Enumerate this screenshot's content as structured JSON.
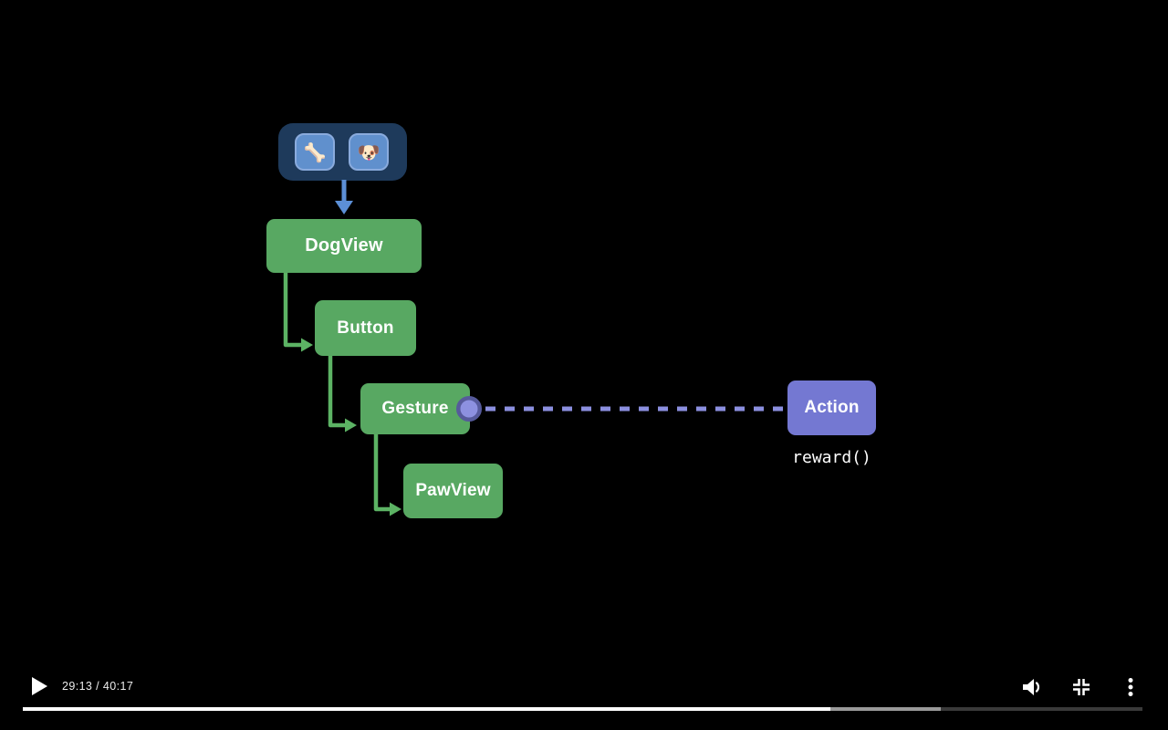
{
  "diagram": {
    "palette_toolbar": {
      "items": [
        {
          "name": "bone",
          "glyph": "🦴"
        },
        {
          "name": "dog",
          "glyph": "🐶"
        }
      ]
    },
    "nodes": {
      "dogview": "DogView",
      "button": "Button",
      "gesture": "Gesture",
      "pawview": "PawView",
      "action": "Action"
    },
    "code_label": "reward()"
  },
  "player": {
    "time_display": "29:13 / 40:17",
    "icons": {
      "play": "play-triangle",
      "volume": "speaker-with-wave",
      "collapse": "corners-inward",
      "more": "kebab-vertical"
    },
    "progress": {
      "played_percent": 72.1,
      "buffered_percent": 82.0
    }
  },
  "colors": {
    "background": "#000000",
    "node_green": "#58a862",
    "connector_green": "#5cb364",
    "toolbar_bg": "#1e3a5b",
    "toolbar_button_blue": "#6090cd",
    "arrow_blue": "#5c8fd6",
    "action_purple": "#7478d2",
    "dash_purple": "#8b8fdf",
    "port_ring_purple": "#565a9b",
    "progress_played": "#ffffff",
    "progress_buffered": "#9a9a9a",
    "progress_track": "#3a3a3a"
  }
}
